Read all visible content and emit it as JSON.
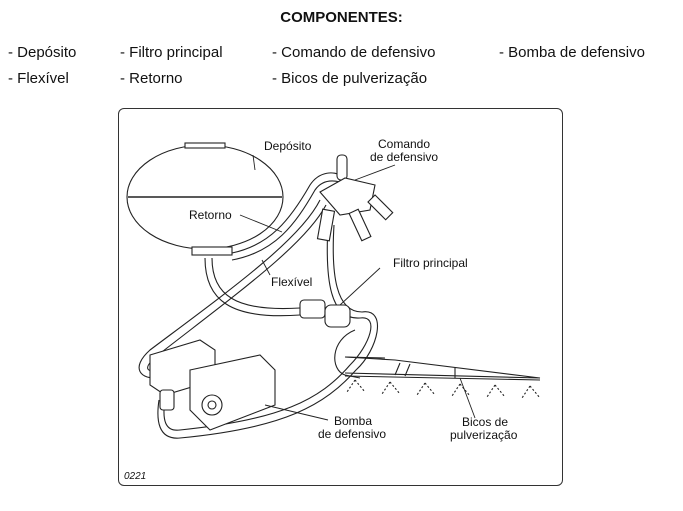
{
  "heading": "COMPONENTES:",
  "components": [
    "- Depósito",
    "- Filtro principal",
    "- Comando de defensivo",
    "- Bomba de defensivo",
    "- Flexível",
    "- Retorno",
    "- Bicos de pulverização"
  ],
  "diagram": {
    "labels": {
      "deposito": "Depósito",
      "comando_line1": "Comando",
      "comando_line2": "de defensivo",
      "retorno": "Retorno",
      "flexivel": "Flexível",
      "filtro": "Filtro principal",
      "bomba_line1": "Bomba",
      "bomba_line2": "de defensivo",
      "bicos_line1": "Bicos de",
      "bicos_line2": "pulverização"
    },
    "figure_code": "0221"
  }
}
